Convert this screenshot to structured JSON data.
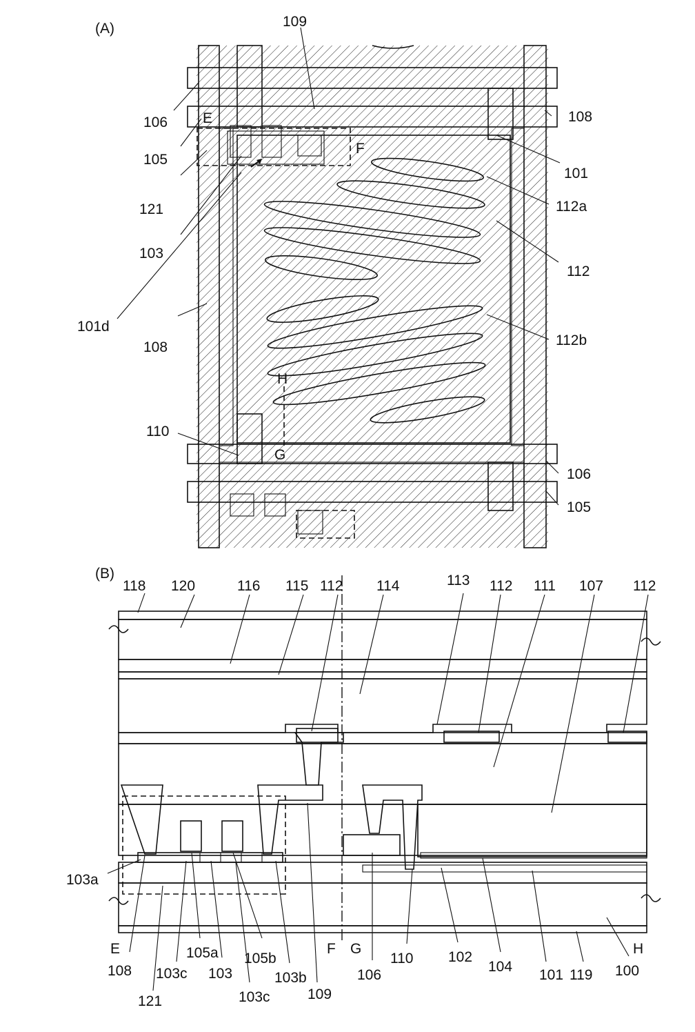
{
  "figure": {
    "panel_a": {
      "title": "(A)",
      "labels": {
        "l109": "109",
        "l106": "106",
        "l105": "105",
        "l121": "121",
        "l103": "103",
        "l101d": "101d",
        "l108_left": "108",
        "l110": "110",
        "l108_right": "108",
        "l101": "101",
        "l112a": "112a",
        "l112": "112",
        "l112b": "112b",
        "l106_right": "106",
        "l105_right": "105",
        "pt_e": "E",
        "pt_f": "F",
        "pt_g": "G",
        "pt_h": "H"
      }
    },
    "panel_b": {
      "title": "(B)",
      "top_labels": {
        "t118": "118",
        "t120": "120",
        "t116": "116",
        "t115": "115",
        "t112a": "112",
        "t114": "114",
        "t113": "113",
        "t112b": "112",
        "t111": "111",
        "t107": "107",
        "t112c": "112"
      },
      "side_labels": {
        "s103a": "103a"
      },
      "bottom_labels": {
        "e": "E",
        "b108": "108",
        "b121": "121",
        "b103c1": "103c",
        "b105a": "105a",
        "b103": "103",
        "b103c2": "103c",
        "b105b": "105b",
        "b103b": "103b",
        "b109": "109",
        "f": "F",
        "g": "G",
        "b106": "106",
        "b110": "110",
        "b102": "102",
        "b104": "104",
        "b101": "101",
        "b119": "119",
        "b100": "100",
        "h": "H"
      }
    }
  }
}
